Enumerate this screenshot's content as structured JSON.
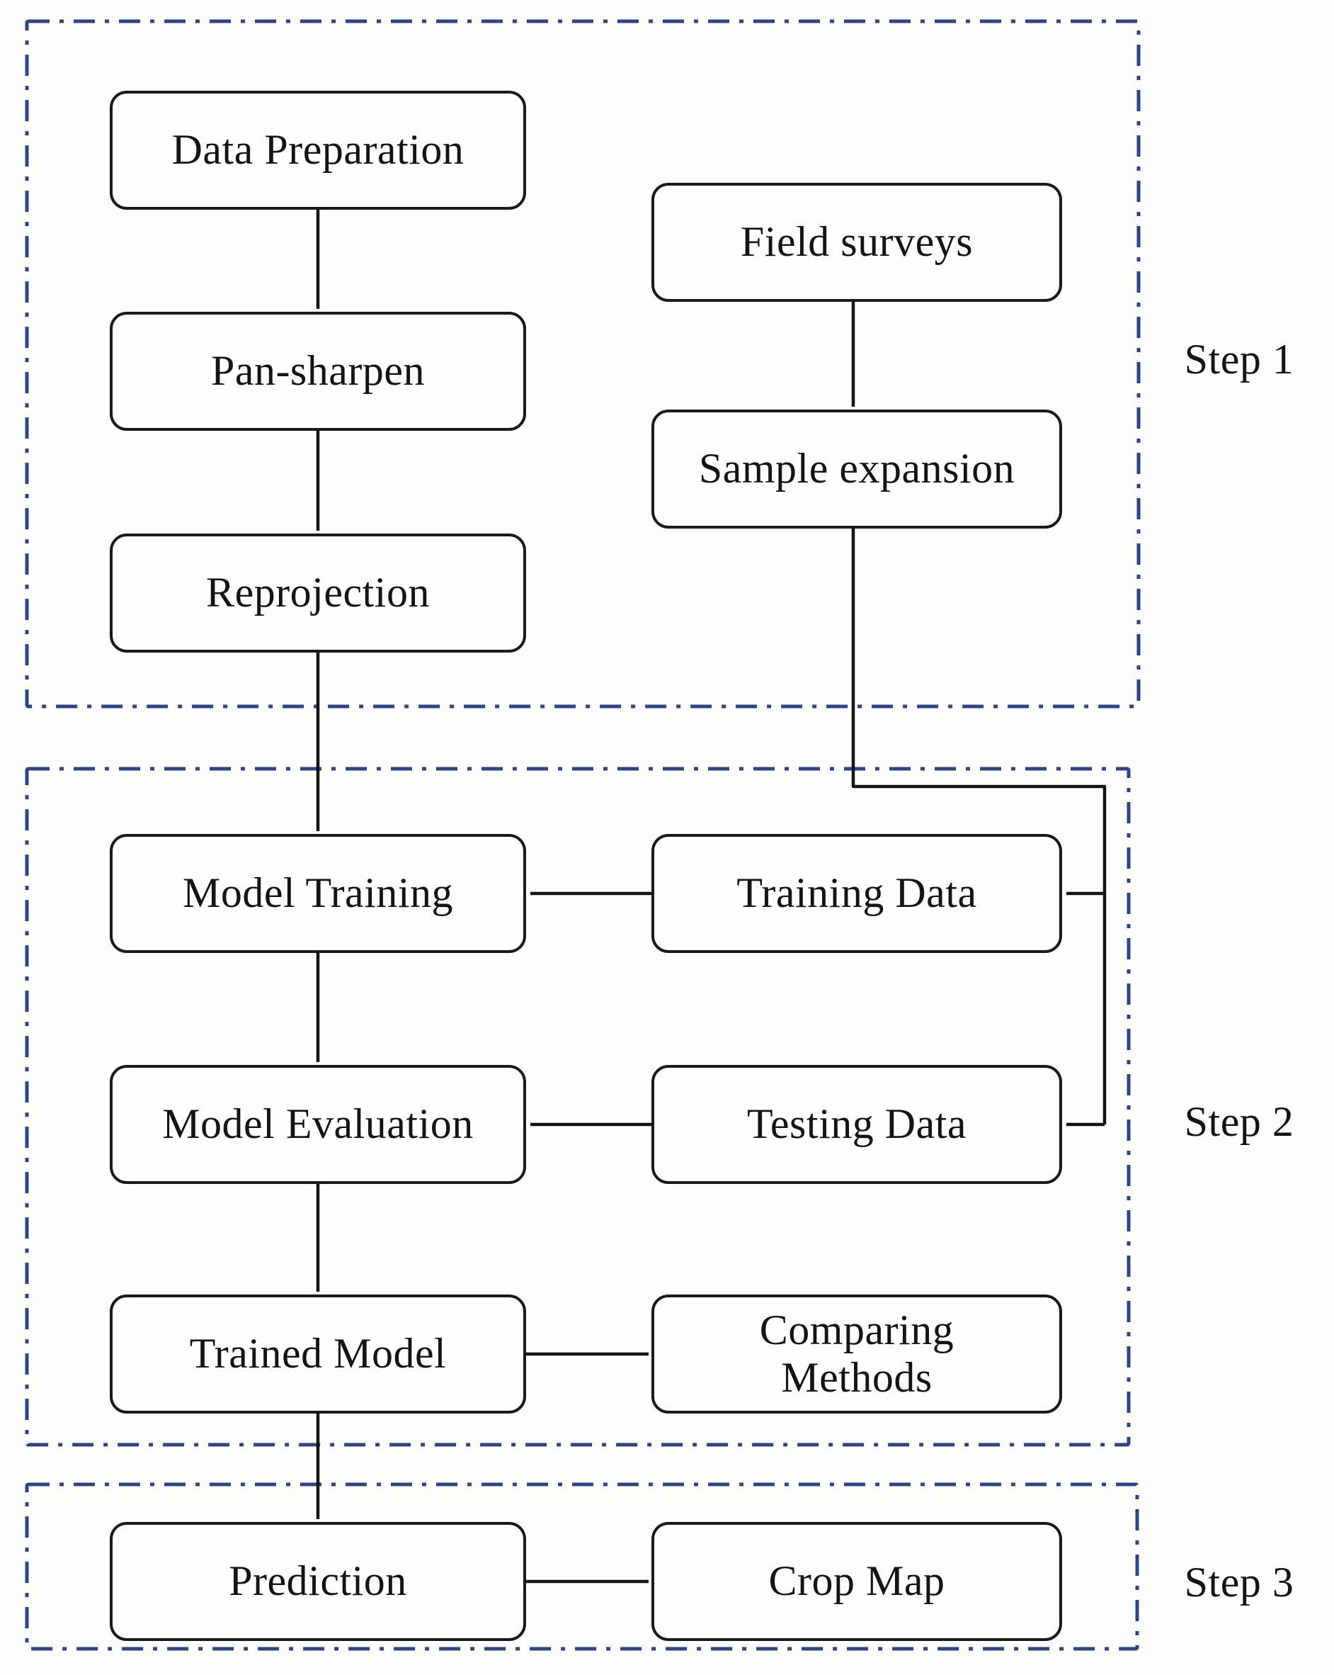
{
  "nodes": {
    "data_preparation": {
      "label": "Data Preparation"
    },
    "pan_sharpen": {
      "label": "Pan-sharpen"
    },
    "reprojection": {
      "label": "Reprojection"
    },
    "field_surveys": {
      "label": "Field surveys"
    },
    "sample_expansion": {
      "label": "Sample expansion"
    },
    "model_training": {
      "label": "Model Training"
    },
    "training_data": {
      "label": "Training Data"
    },
    "model_evaluation": {
      "label": "Model Evaluation"
    },
    "testing_data": {
      "label": "Testing Data"
    },
    "trained_model": {
      "label": "Trained Model"
    },
    "comparing_methods": {
      "label": "Comparing\nMethods"
    },
    "prediction": {
      "label": "Prediction"
    },
    "crop_map": {
      "label": "Crop Map"
    }
  },
  "steps": [
    {
      "label": "Step 1",
      "contains": [
        "data_preparation",
        "pan_sharpen",
        "reprojection",
        "field_surveys",
        "sample_expansion"
      ]
    },
    {
      "label": "Step 2",
      "contains": [
        "model_training",
        "training_data",
        "model_evaluation",
        "testing_data",
        "trained_model",
        "comparing_methods"
      ]
    },
    {
      "label": "Step 3",
      "contains": [
        "prediction",
        "crop_map"
      ]
    }
  ],
  "edges": [
    {
      "from": "data_preparation",
      "to": "pan_sharpen"
    },
    {
      "from": "pan_sharpen",
      "to": "reprojection"
    },
    {
      "from": "reprojection",
      "to": "model_training"
    },
    {
      "from": "field_surveys",
      "to": "sample_expansion"
    },
    {
      "from": "sample_expansion",
      "to": "training_data"
    },
    {
      "from": "sample_expansion",
      "to": "testing_data"
    },
    {
      "from": "training_data",
      "to": "model_training"
    },
    {
      "from": "model_training",
      "to": "model_evaluation"
    },
    {
      "from": "testing_data",
      "to": "model_evaluation"
    },
    {
      "from": "model_evaluation",
      "to": "trained_model"
    },
    {
      "from": "trained_model",
      "to": "comparing_methods"
    },
    {
      "from": "trained_model",
      "to": "prediction"
    },
    {
      "from": "prediction",
      "to": "crop_map"
    }
  ],
  "colors": {
    "step_border": "#2e4485",
    "node_border": "#1a1a1a",
    "arrow": "#141414",
    "text": "#141414",
    "background": "#fdfdfc",
    "node_fill": "#fefefe"
  }
}
